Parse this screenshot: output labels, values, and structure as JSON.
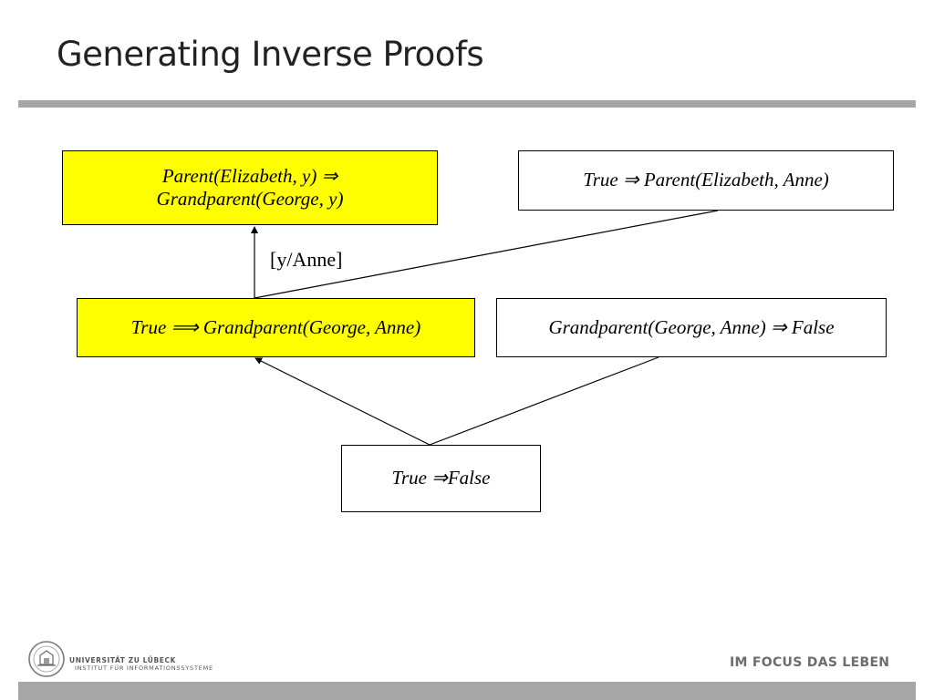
{
  "slide": {
    "title": "Generating Inverse Proofs"
  },
  "diagram": {
    "nodes": [
      {
        "id": "hypothesis",
        "lines": [
          "Parent(Elizabeth, y) ⇒",
          "Grandparent(George, y)"
        ],
        "fill": "#ffff00"
      },
      {
        "id": "fact",
        "lines": [
          "True ⇒ Parent(Elizabeth, Anne)"
        ],
        "fill": "#ffffff"
      },
      {
        "id": "derived",
        "lines": [
          "True ⟹ Grandparent(George, Anne)"
        ],
        "fill": "#ffff00"
      },
      {
        "id": "negated-goal",
        "lines": [
          "Grandparent(George, Anne) ⇒ False"
        ],
        "fill": "#ffffff"
      },
      {
        "id": "contradiction",
        "lines": [
          "True ⇒False"
        ],
        "fill": "#ffffff"
      }
    ],
    "substitution_label": "[y/Anne]"
  },
  "footer": {
    "university": "UNIVERSITÄT ZU LÜBECK",
    "institute": "INSTITUT FÜR INFORMATIONSSYSTEME",
    "motto": "IM FOCUS DAS LEBEN",
    "seal_icon": "university-seal-icon"
  },
  "colors": {
    "highlight": "#ffff00",
    "rule": "#a6a6a6",
    "motto": "#6d6d6d"
  }
}
